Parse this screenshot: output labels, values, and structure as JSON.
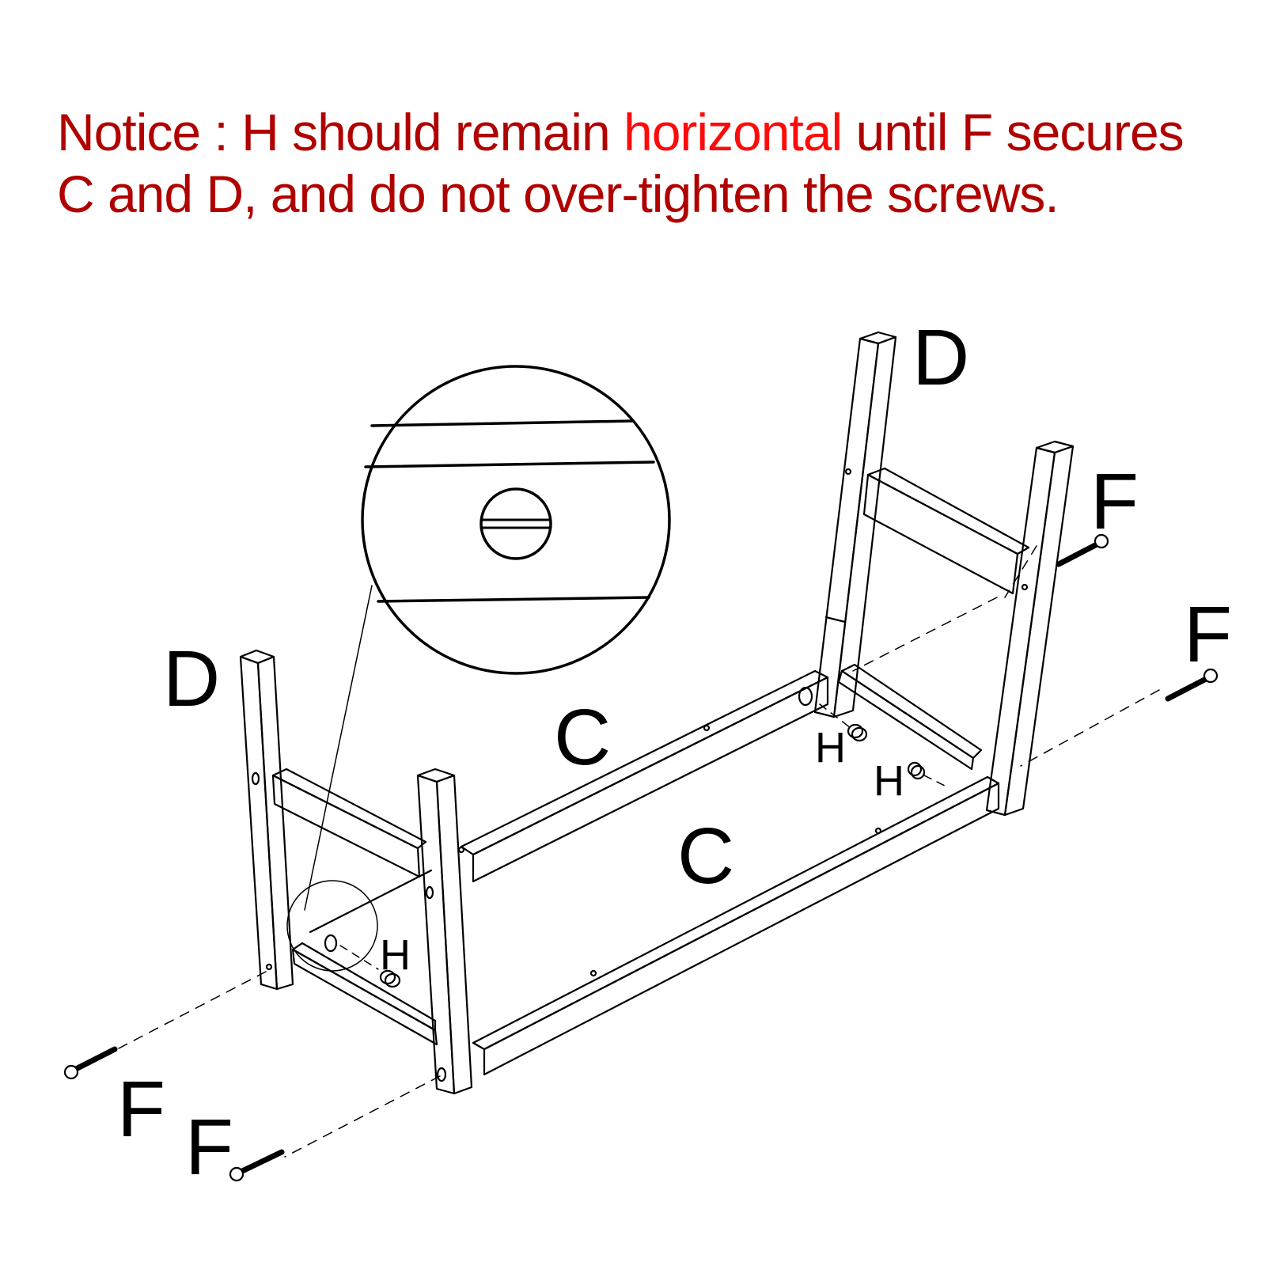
{
  "notice": {
    "line1_prefix": "Notice : H should remain ",
    "line1_highlight": "horizontal",
    "line1_suffix": " until F secures",
    "line2": "C and D, and do not over-tighten the screws.",
    "colors": {
      "text": "#b00000",
      "highlight": "#ff0a0a"
    }
  },
  "diagram": {
    "parts": {
      "leg_left": "D",
      "leg_right": "D",
      "rail_back": "C",
      "rail_front": "C",
      "cam_left": "H",
      "cam_right_1": "H",
      "cam_right_2": "H",
      "screw_right_top": "F",
      "screw_right_bottom": "F",
      "screw_left_top": "F",
      "screw_left_bottom": "F"
    },
    "detail_callout": "magnified view of cam lock H with horizontal slot"
  }
}
